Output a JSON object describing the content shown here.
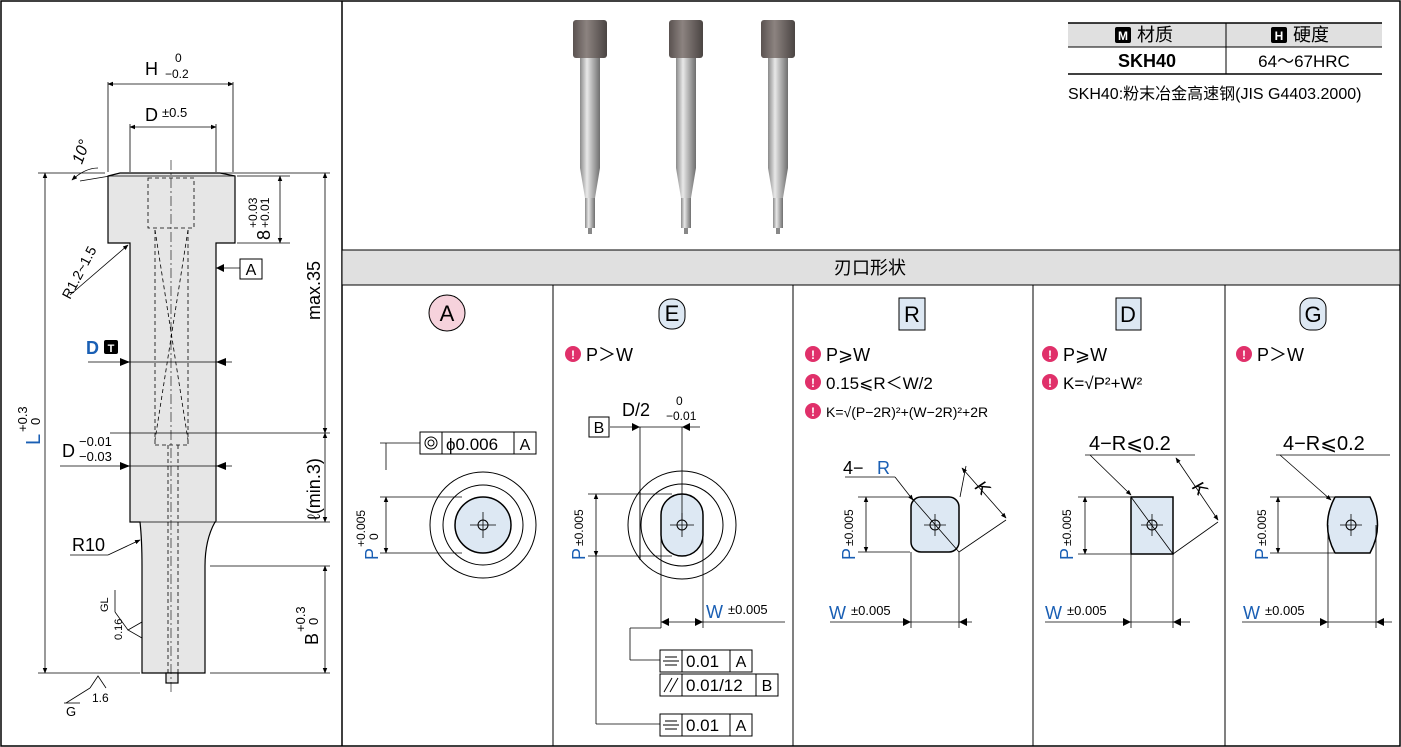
{
  "spec_table": {
    "material_header": "材质",
    "material_badge": "M",
    "hardness_header": "硬度",
    "hardness_badge": "H",
    "material_value": "SKH40",
    "hardness_value": "64～67HRC",
    "note": "SKH40:粉末冶金高速钢(JIS G4403.2000)"
  },
  "section_title": "刃口形状",
  "colors": {
    "blue_text": "#1a5fb4",
    "pink_badge": "#f6d2dc",
    "blue_badge": "#dde8f3",
    "cond_icon": "#e0306a",
    "header_band": "#e0e0e0",
    "part_fill": "#e6e6e6"
  },
  "main_drawing": {
    "h_dim": "H",
    "h_tol_upper": "0",
    "h_tol_lower": "−0.2",
    "d_head": "D",
    "d_head_tol": "±0.5",
    "angle": "10°",
    "head_height": "8",
    "head_tol_upper": "+0.03",
    "head_tol_lower": "+0.01",
    "radius_head": "R1.2~1.5",
    "datum": "A",
    "max_len": "max.35",
    "d_t_label": "D",
    "d_t_badge": "T",
    "d_lower": "D",
    "d_lower_tol_upper": "−0.01",
    "d_lower_tol_lower": "−0.03",
    "l_label": "L",
    "l_tol_upper": "+0.3",
    "l_tol_lower": "0",
    "ell": "ℓ(min.3)",
    "r10": "R10",
    "b_label": "B",
    "b_tol_upper": "+0.3",
    "b_tol_lower": "0",
    "gl": "GL",
    "gl_val": "0.16",
    "g": "G",
    "g_val": "1.6"
  },
  "panels": {
    "A": {
      "badge": "A",
      "concentric_tol": "ϕ0.006",
      "datum": "A",
      "p": "P",
      "p_tol_upper": "+0.005",
      "p_tol_lower": "0"
    },
    "E": {
      "badge": "E",
      "cond1": "P＞W",
      "half_d": "D/2",
      "half_d_tol_upper": "0",
      "half_d_tol_lower": "−0.01",
      "datum_b": "B",
      "p": "P",
      "p_tol": "±0.005",
      "w": "W",
      "w_tol": "±0.005",
      "fcf1_val": "0.01",
      "fcf1_datum": "A",
      "fcf2_val": "0.01/12",
      "fcf2_datum": "B",
      "fcf3_val": "0.01",
      "fcf3_datum": "A"
    },
    "R": {
      "badge": "R",
      "cond1": "P⩾W",
      "cond2": "0.15⩽R＜W/2",
      "cond3": "K=√(P−2R)²+(W−2R)²+2R",
      "corner_prefix": "4−",
      "corner_r": "R",
      "k": "K",
      "p": "P",
      "p_tol": "±0.005",
      "w": "W",
      "w_tol": "±0.005"
    },
    "D": {
      "badge": "D",
      "cond1": "P⩾W",
      "cond2": "K=√P²+W²",
      "corner": "4−R⩽0.2",
      "k": "K",
      "p": "P",
      "p_tol": "±0.005",
      "w": "W",
      "w_tol": "±0.005"
    },
    "G": {
      "badge": "G",
      "cond1": "P＞W",
      "corner": "4−R⩽0.2",
      "p": "P",
      "p_tol": "±0.005",
      "w": "W",
      "w_tol": "±0.005"
    }
  }
}
